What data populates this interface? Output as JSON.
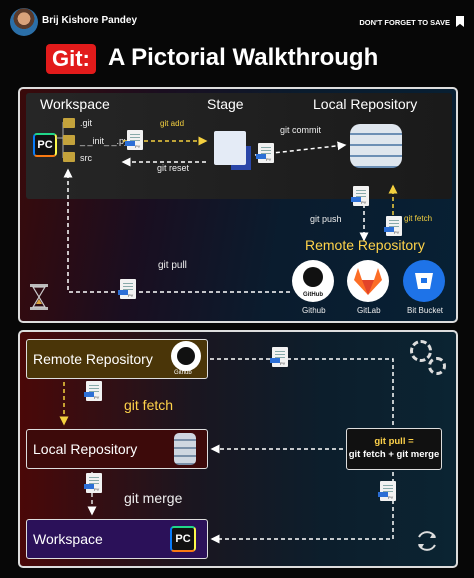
{
  "header": {
    "author": "Brij Kishore Pandey",
    "save_label": "DON'T FORGET TO SAVE"
  },
  "title": {
    "git": "Git:",
    "rest": "A Pictorial Walkthrough"
  },
  "top": {
    "workspace": "Workspace",
    "stage": "Stage",
    "local_repo": "Local Repository",
    "remote_repo": "Remote Repository",
    "files": [
      ".git",
      "_ _init_ _.py",
      "src"
    ],
    "git_add": "git add",
    "git_reset": "git reset",
    "git_commit": "git commit",
    "git_push": "git push",
    "git_fetch": "git fetch",
    "git_pull": "git pull",
    "providers": [
      {
        "name": "Github",
        "logo_text": "GitHub"
      },
      {
        "name": "GitLab"
      },
      {
        "name": "Bit Bucket"
      }
    ]
  },
  "bottom": {
    "remote_repo": "Remote Repository",
    "github_label": "Github",
    "local_repo": "Local Repository",
    "workspace": "Workspace",
    "git_fetch": "git fetch",
    "git_merge": "git merge",
    "pull_line1": "git pull =",
    "pull_line2": "git fetch + git merge"
  },
  "py_label": "PY",
  "pc_label": "PC",
  "colors": {
    "git_red": "#e21b1b",
    "accent_yellow": "#ffd34a",
    "label_blue": "#ffd34a"
  }
}
